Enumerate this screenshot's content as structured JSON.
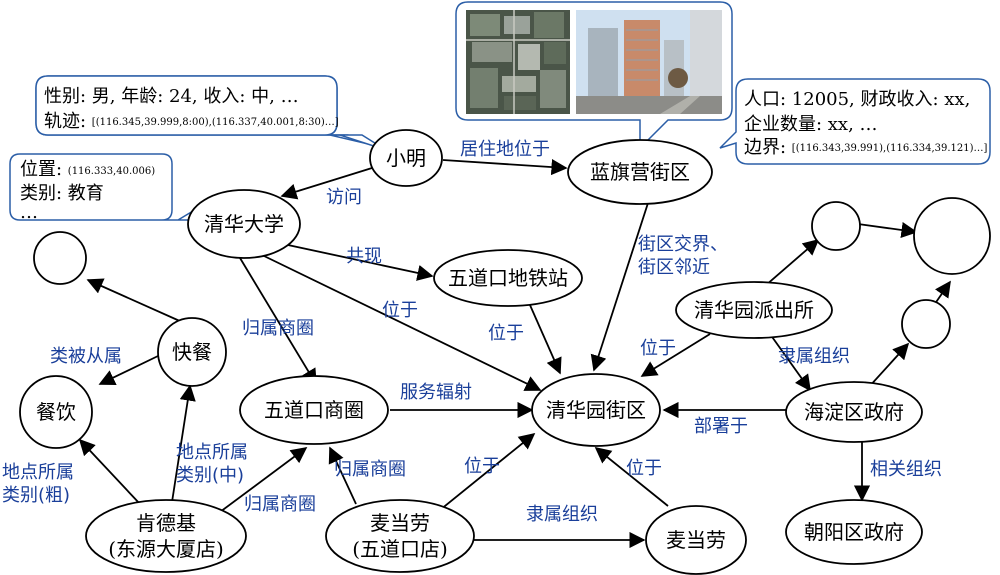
{
  "nodes": {
    "xiaoming": "小明",
    "lanqiying": "蓝旗营街区",
    "tsinghua": "清华大学",
    "wudaokou_station": "五道口地铁站",
    "fast_food": "快餐",
    "catering": "餐饮",
    "wudaokou_area": "五道口商圈",
    "qinghuayuan_street": "清华园街区",
    "police_station": "清华园派出所",
    "haidian_gov": "海淀区政府",
    "chaoyang_gov": "朝阳区政府",
    "kfc_line1": "肯德基",
    "kfc_line2": "(东源大厦店)",
    "mcd_store_line1": "麦当劳",
    "mcd_store_line2": "(五道口店)",
    "mcd_brand": "麦当劳"
  },
  "edges": {
    "xiaoming_lanqiying": "居住地位于",
    "xiaoming_tsinghua": "访问",
    "tsinghua_station": "共现",
    "tsinghua_street": "位于",
    "tsinghua_area": "归属商圈",
    "station_street": "位于",
    "lanqiying_street_1": "街区交界、",
    "lanqiying_street_2": "街区邻近",
    "fastfood_catering": "类被从属",
    "kfc_fastfood_1": "地点所属",
    "kfc_fastfood_2": "类别(中)",
    "kfc_catering_1": "地点所属",
    "kfc_catering_2": "类别(粗)",
    "kfc_area": "归属商圈",
    "mcd_area": "归属商圈",
    "area_street": "服务辐射",
    "mcd_street": "位于",
    "mcd_brand_link": "隶属组织",
    "brand_street": "位于",
    "police_street": "位于",
    "police_gov": "隶属组织",
    "gov_street": "部署于",
    "gov_chaoyang": "相关组织"
  },
  "callouts": {
    "xiaoming": {
      "line1": "性别: 男, 年龄: 24, 收入: 中, …",
      "line2_label": "轨迹: ",
      "line2_small": "[(116.345,39.999,8:00),(116.337,40.001,8:30)…]"
    },
    "tsinghua": {
      "line1_label": "位置: ",
      "line1_small": "(116.333,40.006)",
      "line2": "类别: 教育",
      "line3": "…"
    },
    "lanqiying": {
      "line1": "人口: 12005, 财政收入: xx,",
      "line2": "企业数量: xx, …",
      "line3_label": "边界: ",
      "line3_small": "[(116.343,39.991),(116.334,39.121)…]"
    }
  }
}
